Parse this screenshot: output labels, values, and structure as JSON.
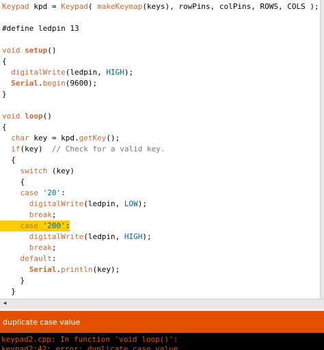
{
  "editor": {
    "lines": [
      {
        "tokens": [
          [
            "tok-type",
            "Keypad"
          ],
          [
            "tok-plain",
            " kpd = "
          ],
          [
            "tok-type",
            "Keypad"
          ],
          [
            "tok-plain",
            "( "
          ],
          [
            "tok-func",
            "makeKeymap"
          ],
          [
            "tok-plain",
            "(keys), rowPins, colPins, ROWS, COLS );"
          ]
        ]
      },
      {
        "tokens": []
      },
      {
        "tokens": [
          [
            "tok-plain",
            "#define ledpin 13"
          ]
        ]
      },
      {
        "tokens": []
      },
      {
        "tokens": [
          [
            "tok-kw",
            "void"
          ],
          [
            "tok-plain",
            " "
          ],
          [
            "tok-kw tok-bold",
            "setup"
          ],
          [
            "tok-plain",
            "()"
          ]
        ]
      },
      {
        "tokens": [
          [
            "tok-plain",
            "{"
          ]
        ]
      },
      {
        "tokens": [
          [
            "tok-plain",
            "  "
          ],
          [
            "tok-fn2",
            "digitalWrite"
          ],
          [
            "tok-plain",
            "(ledpin, "
          ],
          [
            "tok-const",
            "HIGH"
          ],
          [
            "tok-plain",
            ");"
          ]
        ]
      },
      {
        "tokens": [
          [
            "tok-plain",
            "  "
          ],
          [
            "tok-fn2 tok-bold",
            "Serial"
          ],
          [
            "tok-plain",
            "."
          ],
          [
            "tok-fn2",
            "begin"
          ],
          [
            "tok-plain",
            "(9600);"
          ]
        ]
      },
      {
        "tokens": [
          [
            "tok-plain",
            "}"
          ]
        ]
      },
      {
        "tokens": []
      },
      {
        "tokens": [
          [
            "tok-kw",
            "void"
          ],
          [
            "tok-plain",
            " "
          ],
          [
            "tok-kw tok-bold",
            "loop"
          ],
          [
            "tok-plain",
            "()"
          ]
        ]
      },
      {
        "tokens": [
          [
            "tok-plain",
            "{"
          ]
        ]
      },
      {
        "tokens": [
          [
            "tok-plain",
            "  "
          ],
          [
            "tok-kw",
            "char"
          ],
          [
            "tok-plain",
            " key = kpd."
          ],
          [
            "tok-fn2",
            "getKey"
          ],
          [
            "tok-plain",
            "();"
          ]
        ]
      },
      {
        "tokens": [
          [
            "tok-plain",
            "  "
          ],
          [
            "tok-kw",
            "if"
          ],
          [
            "tok-plain",
            "(key)  "
          ],
          [
            "tok-com",
            "// Check for a valid key."
          ]
        ]
      },
      {
        "tokens": [
          [
            "tok-plain",
            "  {"
          ]
        ]
      },
      {
        "tokens": [
          [
            "tok-plain",
            "    "
          ],
          [
            "tok-kw",
            "switch"
          ],
          [
            "tok-plain",
            " (key)"
          ]
        ]
      },
      {
        "tokens": [
          [
            "tok-plain",
            "    {"
          ]
        ]
      },
      {
        "tokens": [
          [
            "tok-plain",
            "    "
          ],
          [
            "tok-kw",
            "case"
          ],
          [
            "tok-plain",
            " "
          ],
          [
            "tok-str",
            "'20'"
          ],
          [
            "tok-plain",
            ":"
          ]
        ]
      },
      {
        "tokens": [
          [
            "tok-plain",
            "      "
          ],
          [
            "tok-fn2",
            "digitalWrite"
          ],
          [
            "tok-plain",
            "(ledpin, "
          ],
          [
            "tok-const",
            "LOW"
          ],
          [
            "tok-plain",
            ");"
          ]
        ]
      },
      {
        "tokens": [
          [
            "tok-plain",
            "      "
          ],
          [
            "tok-kw",
            "break"
          ],
          [
            "tok-plain",
            ";"
          ]
        ]
      },
      {
        "highlight": true,
        "tokens": [
          [
            "tok-plain",
            "    "
          ],
          [
            "tok-kw",
            "case"
          ],
          [
            "tok-plain",
            " "
          ],
          [
            "tok-str",
            "'200'"
          ],
          [
            "tok-plain",
            ":"
          ]
        ]
      },
      {
        "tokens": [
          [
            "tok-plain",
            "      "
          ],
          [
            "tok-fn2",
            "digitalWrite"
          ],
          [
            "tok-plain",
            "(ledpin, "
          ],
          [
            "tok-const",
            "HIGH"
          ],
          [
            "tok-plain",
            ");"
          ]
        ]
      },
      {
        "tokens": [
          [
            "tok-plain",
            "      "
          ],
          [
            "tok-kw",
            "break"
          ],
          [
            "tok-plain",
            ";"
          ]
        ]
      },
      {
        "tokens": [
          [
            "tok-plain",
            "    "
          ],
          [
            "tok-kw",
            "default"
          ],
          [
            "tok-plain",
            ":"
          ]
        ]
      },
      {
        "tokens": [
          [
            "tok-plain",
            "      "
          ],
          [
            "tok-fn2 tok-bold",
            "Serial"
          ],
          [
            "tok-plain",
            "."
          ],
          [
            "tok-fn2",
            "println"
          ],
          [
            "tok-plain",
            "(key);"
          ]
        ]
      },
      {
        "tokens": [
          [
            "tok-plain",
            "    }"
          ]
        ]
      },
      {
        "tokens": [
          [
            "tok-plain",
            "  }"
          ]
        ]
      }
    ]
  },
  "hscroll": {
    "left_arrow": "◂"
  },
  "status": {
    "message": "duplicate case value"
  },
  "console": {
    "lines": [
      "keypad2.cpp: In function 'void loop()':",
      "keypad2:42: error: duplicate case value"
    ]
  },
  "colors": {
    "status_bg": "#e35100",
    "highlight": "#ffcc00",
    "keyword": "#cc6633",
    "constant": "#006699",
    "comment": "#777777"
  }
}
